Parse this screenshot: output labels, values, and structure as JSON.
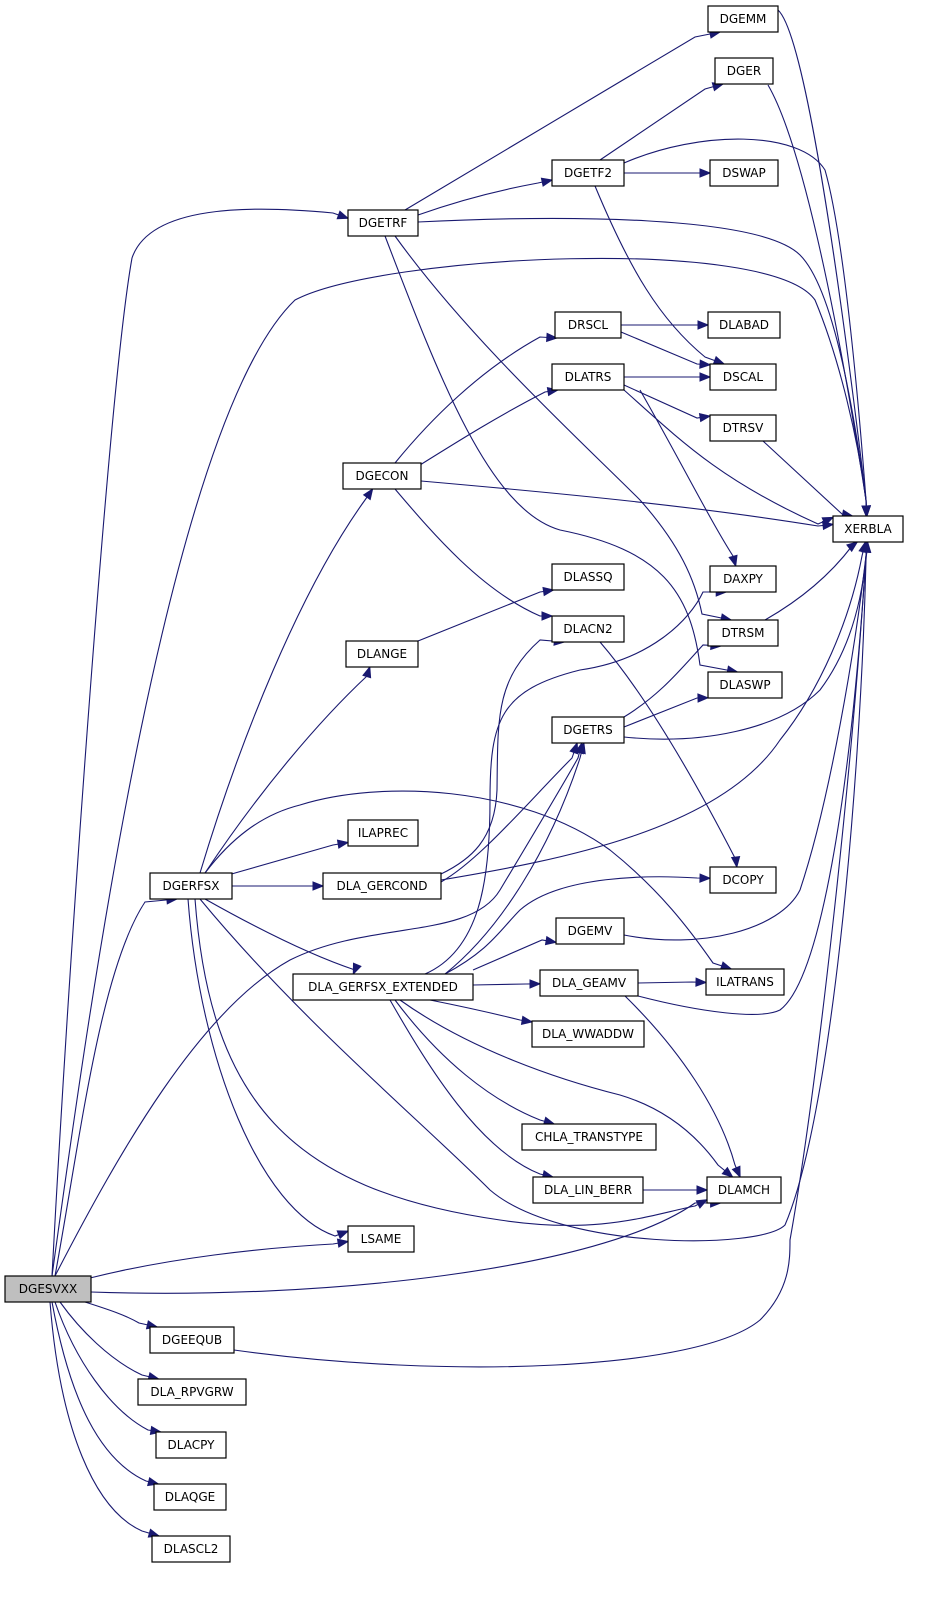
{
  "nodes": [
    {
      "id": "DGESVXX",
      "label": "DGESVXX",
      "root": true
    },
    {
      "id": "DGETRF",
      "label": "DGETRF"
    },
    {
      "id": "XERBLA",
      "label": "XERBLA"
    },
    {
      "id": "DGERFSX",
      "label": "DGERFSX"
    },
    {
      "id": "LSAME",
      "label": "LSAME"
    },
    {
      "id": "DLAMCH",
      "label": "DLAMCH"
    },
    {
      "id": "DGEEQUB",
      "label": "DGEEQUB"
    },
    {
      "id": "DLA_RPVGRW",
      "label": "DLA_RPVGRW"
    },
    {
      "id": "DLACPY",
      "label": "DLACPY"
    },
    {
      "id": "DLAQGE",
      "label": "DLAQGE"
    },
    {
      "id": "DLASCL2",
      "label": "DLASCL2"
    },
    {
      "id": "DGETRS",
      "label": "DGETRS"
    },
    {
      "id": "DGEMM",
      "label": "DGEMM"
    },
    {
      "id": "DGETF2",
      "label": "DGETF2"
    },
    {
      "id": "DLASWP",
      "label": "DLASWP"
    },
    {
      "id": "DTRSM",
      "label": "DTRSM"
    },
    {
      "id": "DGER",
      "label": "DGER"
    },
    {
      "id": "DSWAP",
      "label": "DSWAP"
    },
    {
      "id": "DSCAL",
      "label": "DSCAL"
    },
    {
      "id": "DGECON",
      "label": "DGECON"
    },
    {
      "id": "DLANGE",
      "label": "DLANGE"
    },
    {
      "id": "ILAPREC",
      "label": "ILAPREC"
    },
    {
      "id": "DLA_GERCOND",
      "label": "DLA_GERCOND"
    },
    {
      "id": "DLA_GERFSX_EXTENDED",
      "label": "DLA_GERFSX_EXTENDED"
    },
    {
      "id": "ILATRANS",
      "label": "ILATRANS"
    },
    {
      "id": "DRSCL",
      "label": "DRSCL"
    },
    {
      "id": "DLATRS",
      "label": "DLATRS"
    },
    {
      "id": "DLACN2",
      "label": "DLACN2"
    },
    {
      "id": "DLABAD",
      "label": "DLABAD"
    },
    {
      "id": "DTRSV",
      "label": "DTRSV"
    },
    {
      "id": "DAXPY",
      "label": "DAXPY"
    },
    {
      "id": "DLASSQ",
      "label": "DLASSQ"
    },
    {
      "id": "DCOPY",
      "label": "DCOPY"
    },
    {
      "id": "DGEMV",
      "label": "DGEMV"
    },
    {
      "id": "DLA_GEAMV",
      "label": "DLA_GEAMV"
    },
    {
      "id": "DLA_WWADDW",
      "label": "DLA_WWADDW"
    },
    {
      "id": "CHLA_TRANSTYPE",
      "label": "CHLA_TRANSTYPE"
    },
    {
      "id": "DLA_LIN_BERR",
      "label": "DLA_LIN_BERR"
    }
  ],
  "edges": [
    [
      "DGESVXX",
      "DGETRF"
    ],
    [
      "DGESVXX",
      "XERBLA"
    ],
    [
      "DGESVXX",
      "DGERFSX"
    ],
    [
      "DGESVXX",
      "LSAME"
    ],
    [
      "DGESVXX",
      "DLAMCH"
    ],
    [
      "DGESVXX",
      "DGEEQUB"
    ],
    [
      "DGESVXX",
      "DLA_RPVGRW"
    ],
    [
      "DGESVXX",
      "DLACPY"
    ],
    [
      "DGESVXX",
      "DLAQGE"
    ],
    [
      "DGESVXX",
      "DLASCL2"
    ],
    [
      "DGESVXX",
      "DGETRS"
    ],
    [
      "DGETRF",
      "DGEMM"
    ],
    [
      "DGETRF",
      "DGETF2"
    ],
    [
      "DGETRF",
      "XERBLA"
    ],
    [
      "DGETRF",
      "DLASWP"
    ],
    [
      "DGETRF",
      "DTRSM"
    ],
    [
      "DGETF2",
      "DGER"
    ],
    [
      "DGETF2",
      "DSWAP"
    ],
    [
      "DGETF2",
      "DSCAL"
    ],
    [
      "DGETF2",
      "XERBLA"
    ],
    [
      "DGEMM",
      "XERBLA"
    ],
    [
      "DGER",
      "XERBLA"
    ],
    [
      "DGERFSX",
      "DGECON"
    ],
    [
      "DGERFSX",
      "DLANGE"
    ],
    [
      "DGERFSX",
      "ILAPREC"
    ],
    [
      "DGERFSX",
      "DLA_GERCOND"
    ],
    [
      "DGERFSX",
      "DLA_GERFSX_EXTENDED"
    ],
    [
      "DGERFSX",
      "LSAME"
    ],
    [
      "DGERFSX",
      "DLAMCH"
    ],
    [
      "DGERFSX",
      "XERBLA"
    ],
    [
      "DGERFSX",
      "ILATRANS"
    ],
    [
      "DGECON",
      "DRSCL"
    ],
    [
      "DGECON",
      "DLATRS"
    ],
    [
      "DGECON",
      "XERBLA"
    ],
    [
      "DGECON",
      "DLACN2"
    ],
    [
      "DRSCL",
      "DLABAD"
    ],
    [
      "DRSCL",
      "DSCAL"
    ],
    [
      "DLATRS",
      "DSCAL"
    ],
    [
      "DLATRS",
      "DTRSV"
    ],
    [
      "DLATRS",
      "XERBLA"
    ],
    [
      "DLATRS",
      "DAXPY"
    ],
    [
      "DTRSV",
      "XERBLA"
    ],
    [
      "DLANGE",
      "DLASSQ"
    ],
    [
      "DLACN2",
      "DCOPY"
    ],
    [
      "DLA_GERCOND",
      "DLACN2"
    ],
    [
      "DLA_GERCOND",
      "DGETRS"
    ],
    [
      "DLA_GERCOND",
      "XERBLA"
    ],
    [
      "DGETRS",
      "DTRSM"
    ],
    [
      "DGETRS",
      "DLASWP"
    ],
    [
      "DGETRS",
      "XERBLA"
    ],
    [
      "DTRSM",
      "XERBLA"
    ],
    [
      "DLA_GERFSX_EXTENDED",
      "DGETRS"
    ],
    [
      "DLA_GERFSX_EXTENDED",
      "DAXPY"
    ],
    [
      "DLA_GERFSX_EXTENDED",
      "DCOPY"
    ],
    [
      "DLA_GERFSX_EXTENDED",
      "DGEMV"
    ],
    [
      "DLA_GERFSX_EXTENDED",
      "DLA_GEAMV"
    ],
    [
      "DLA_GERFSX_EXTENDED",
      "DLA_WWADDW"
    ],
    [
      "DLA_GERFSX_EXTENDED",
      "CHLA_TRANSTYPE"
    ],
    [
      "DLA_GERFSX_EXTENDED",
      "DLA_LIN_BERR"
    ],
    [
      "DLA_GERFSX_EXTENDED",
      "DLAMCH"
    ],
    [
      "DGEMV",
      "XERBLA"
    ],
    [
      "DLA_GEAMV",
      "ILATRANS"
    ],
    [
      "DLA_GEAMV",
      "DLAMCH"
    ],
    [
      "DLA_GEAMV",
      "XERBLA"
    ],
    [
      "DLA_LIN_BERR",
      "DLAMCH"
    ],
    [
      "DGEEQUB",
      "XERBLA"
    ]
  ]
}
